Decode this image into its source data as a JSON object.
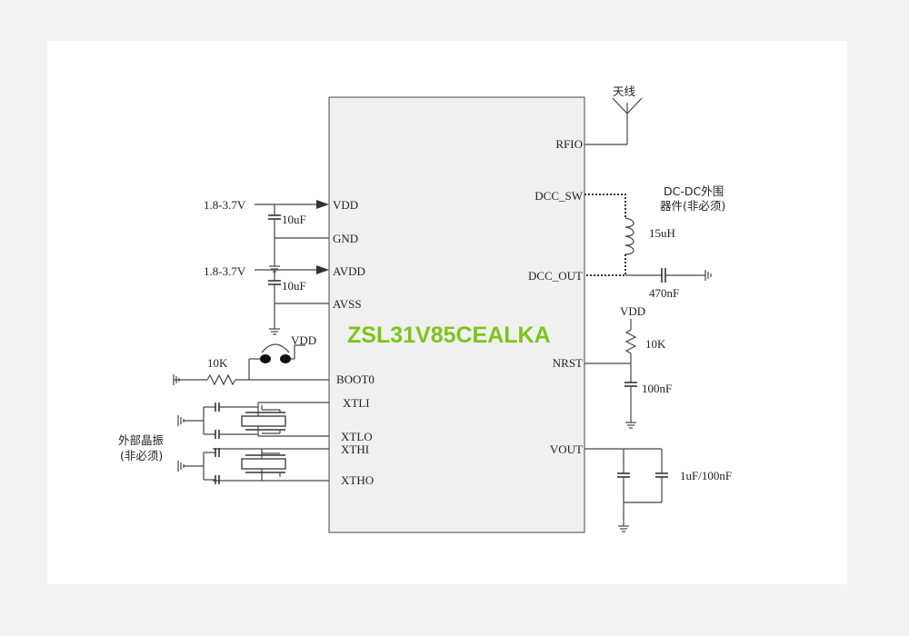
{
  "chip": {
    "part_number": "ZSL31V85CEALKA",
    "part_number_color": "#7dc41c",
    "body_color": "#f0f0f0"
  },
  "pins_left": {
    "vdd": "VDD",
    "gnd": "GND",
    "avdd": "AVDD",
    "avss": "AVSS",
    "boot0": "BOOT0",
    "xtli": "XTLI",
    "xtlo": "XTLO",
    "xthi": "XTHI",
    "xtho": "XTHO"
  },
  "pins_right": {
    "rfio": "RFIO",
    "dcc_sw": "DCC_SW",
    "dcc_out": "DCC_OUT",
    "nrst": "NRST",
    "vout": "VOUT"
  },
  "supply": {
    "vdd_range": "1.8-3.7V",
    "avdd_range": "1.8-3.7V",
    "vdd_cap": "10uF",
    "avdd_cap": "10uF"
  },
  "boot": {
    "resistor": "10K",
    "jumper_supply": "VDD"
  },
  "crystal": {
    "label_line1": "外部晶振",
    "label_line2": "(非必须)"
  },
  "antenna": {
    "label": "天线"
  },
  "dcdc": {
    "note_line1": "DC-DC外围",
    "note_line2": "器件(非必须)",
    "inductor": "15uH",
    "cap": "470nF"
  },
  "reset": {
    "supply": "VDD",
    "resistor": "10K",
    "cap": "100nF"
  },
  "vout": {
    "caps": "1uF/100nF"
  }
}
